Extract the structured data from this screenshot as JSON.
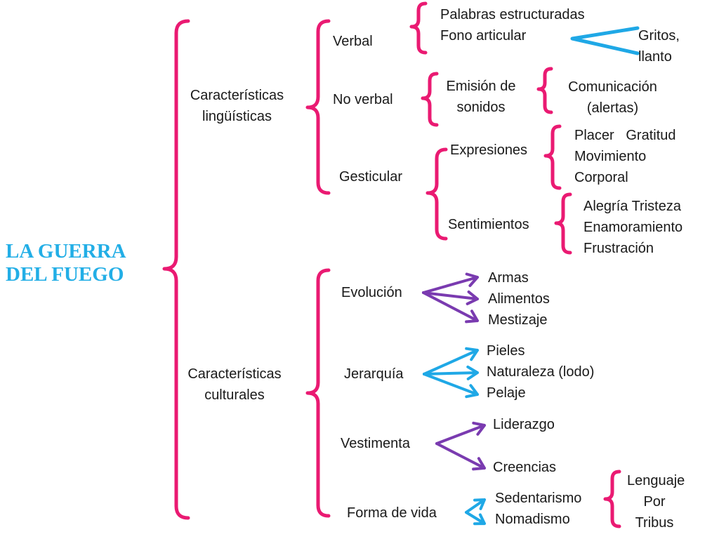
{
  "colors": {
    "title": "#22aee6",
    "brace": "#ea1a72",
    "arrow_purple": "#7a3bb0",
    "arrow_cyan": "#1fa8e6"
  },
  "icons": {
    "brace": "curly-brace-shape",
    "arrow": "arrow-shape"
  },
  "title": {
    "line1": "LA GUERRA",
    "line2": "DEL FUEGO"
  },
  "linguistic": {
    "heading": {
      "line1": "Características",
      "line2": "lingüísticas"
    },
    "verbal": {
      "label": "Verbal",
      "line1": "Palabras estructuradas",
      "line2": "Fono articular",
      "gritos1": "Gritos,",
      "gritos2": "llanto"
    },
    "noverbal": {
      "label": "No verbal",
      "emision1": "Emisión de",
      "emision2": "sonidos",
      "comun1": "Comunicación",
      "comun2": "(alertas)"
    },
    "gesticular": {
      "label": "Gesticular",
      "expresiones": "Expresiones",
      "expr1": "Placer   Gratitud",
      "expr2": "Movimiento",
      "expr3": "Corporal",
      "sentimientos": "Sentimientos",
      "sent1": "Alegría Tristeza",
      "sent2": "Enamoramiento",
      "sent3": "Frustración"
    }
  },
  "cultural": {
    "heading": {
      "line1": "Características",
      "line2": "culturales"
    },
    "evolucion": {
      "label": "Evolución",
      "items": [
        "Armas",
        "Alimentos",
        "Mestizaje"
      ]
    },
    "jerarquia": {
      "label": "Jerarquía",
      "items": [
        "Pieles",
        "Naturaleza (lodo)",
        "Pelaje"
      ]
    },
    "vestimenta": {
      "label": "Vestimenta",
      "items": [
        "Liderazgo",
        "Creencias"
      ]
    },
    "formavida": {
      "label": "Forma de vida",
      "items": [
        "Sedentarismo",
        "Nomadismo"
      ],
      "sub": [
        "Lenguaje",
        "Por",
        "Tribus"
      ]
    }
  }
}
